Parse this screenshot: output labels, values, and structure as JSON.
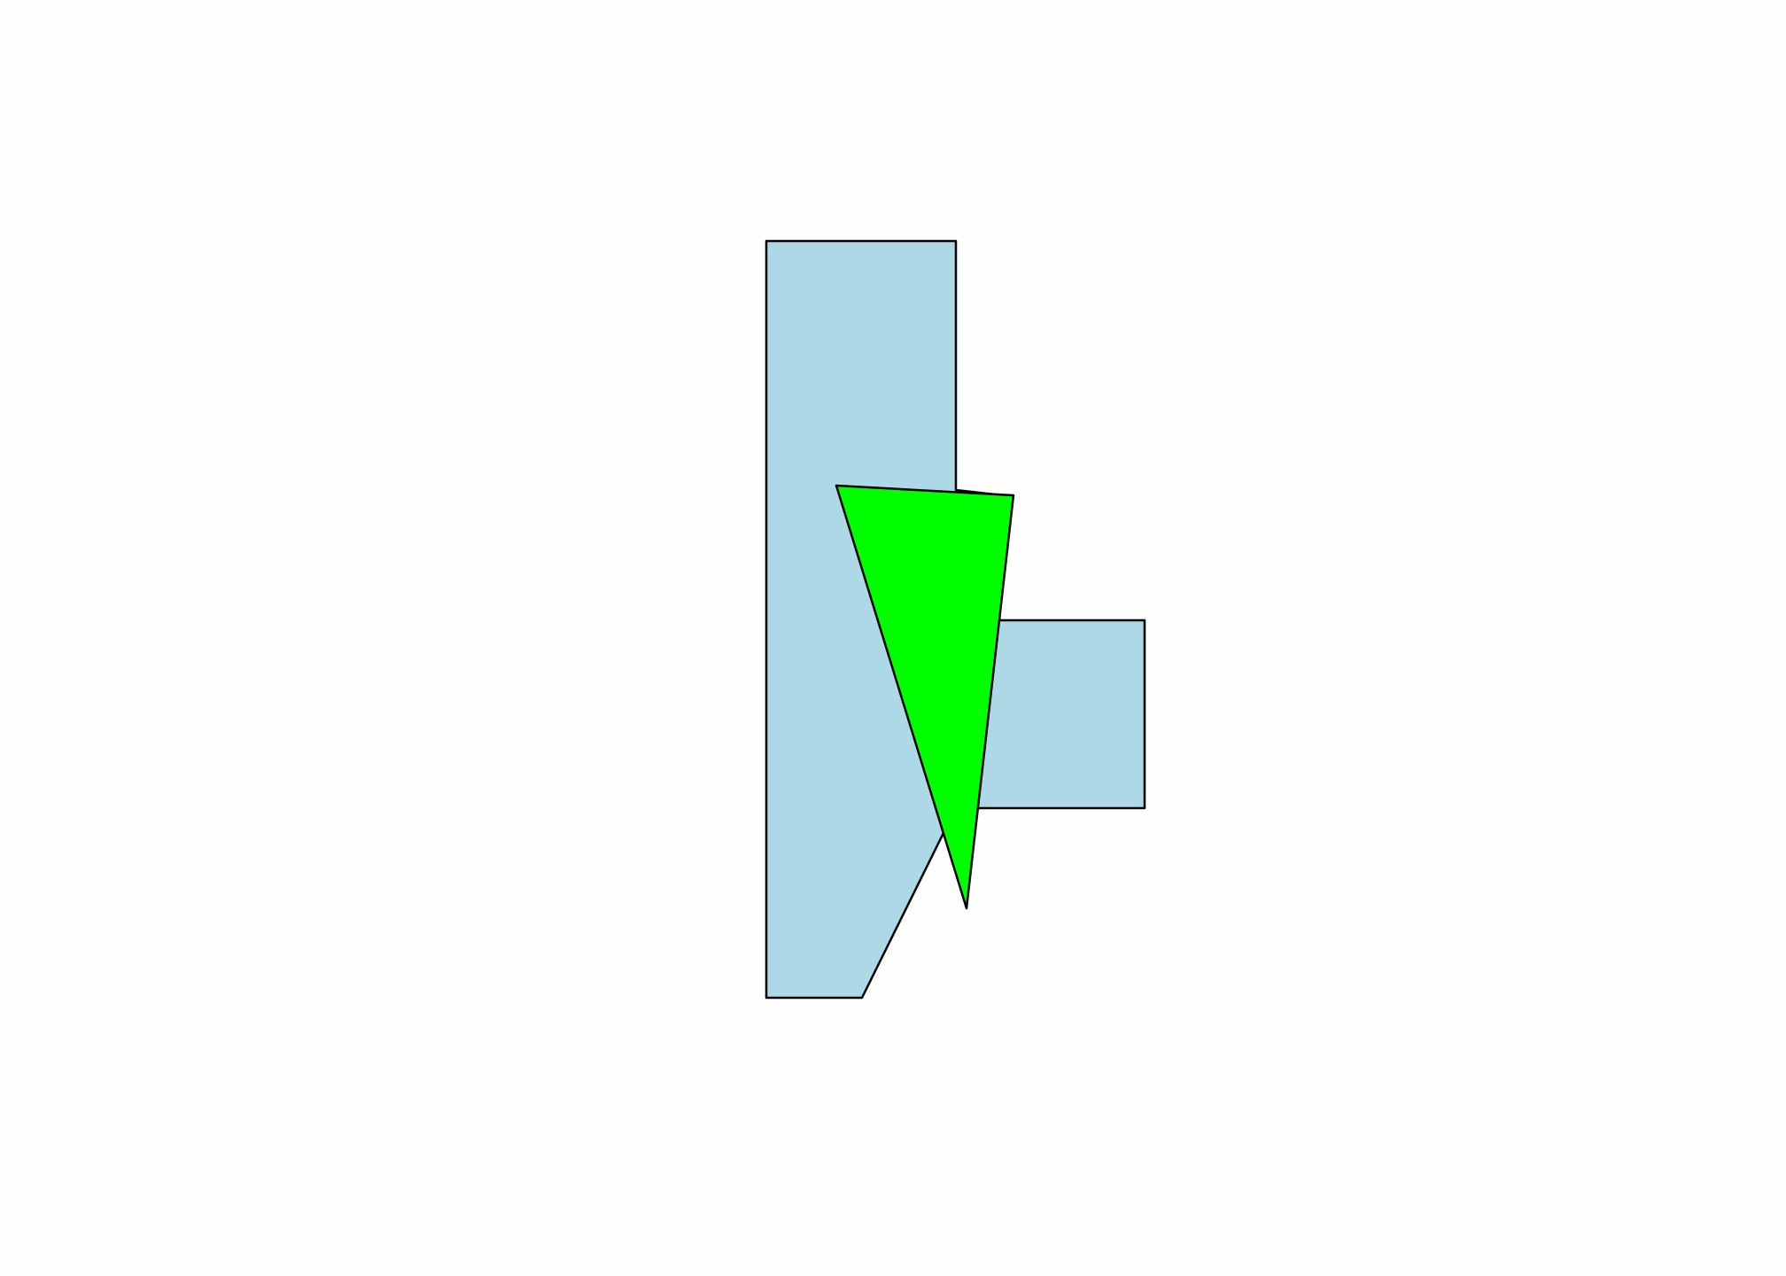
{
  "diagram": {
    "background_color": "#fefefe",
    "stroke_color": "#000000",
    "shapes": [
      {
        "name": "light-blue-polygon",
        "kind": "polygon",
        "fill": "#add8e6",
        "vertex_count": 10
      },
      {
        "name": "green-triangle",
        "kind": "triangle",
        "fill": "#00ff00",
        "vertex_count": 3
      }
    ]
  }
}
